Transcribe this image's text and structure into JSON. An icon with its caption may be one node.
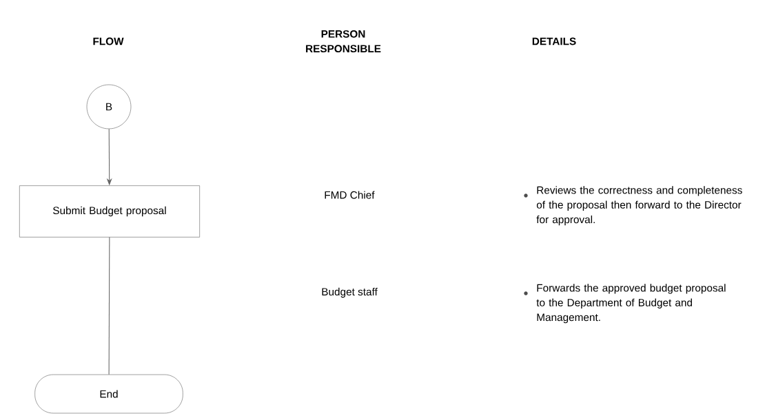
{
  "diagram": {
    "nodes": [
      {
        "text": [
          "B"
        ]
      },
      {
        "text": [
          "Submit Budget proposal"
        ]
      },
      {
        "text": [
          "End"
        ]
      }
    ],
    "edges": [
      {
        "from": 0,
        "to": 1,
        "arrow": "to"
      },
      {
        "from": 1,
        "to": 2,
        "arrow": "none"
      }
    ],
    "labels": [
      "FLOW",
      "PERSON RESPONSIBLE",
      "DETAILS",
      "FMD Chief",
      "Reviews the correctness and completeness of the proposal then forward to the Director for approval.",
      "Budget staff",
      "Forwards the approved budget proposal to the Department of Budget and Management."
    ]
  }
}
